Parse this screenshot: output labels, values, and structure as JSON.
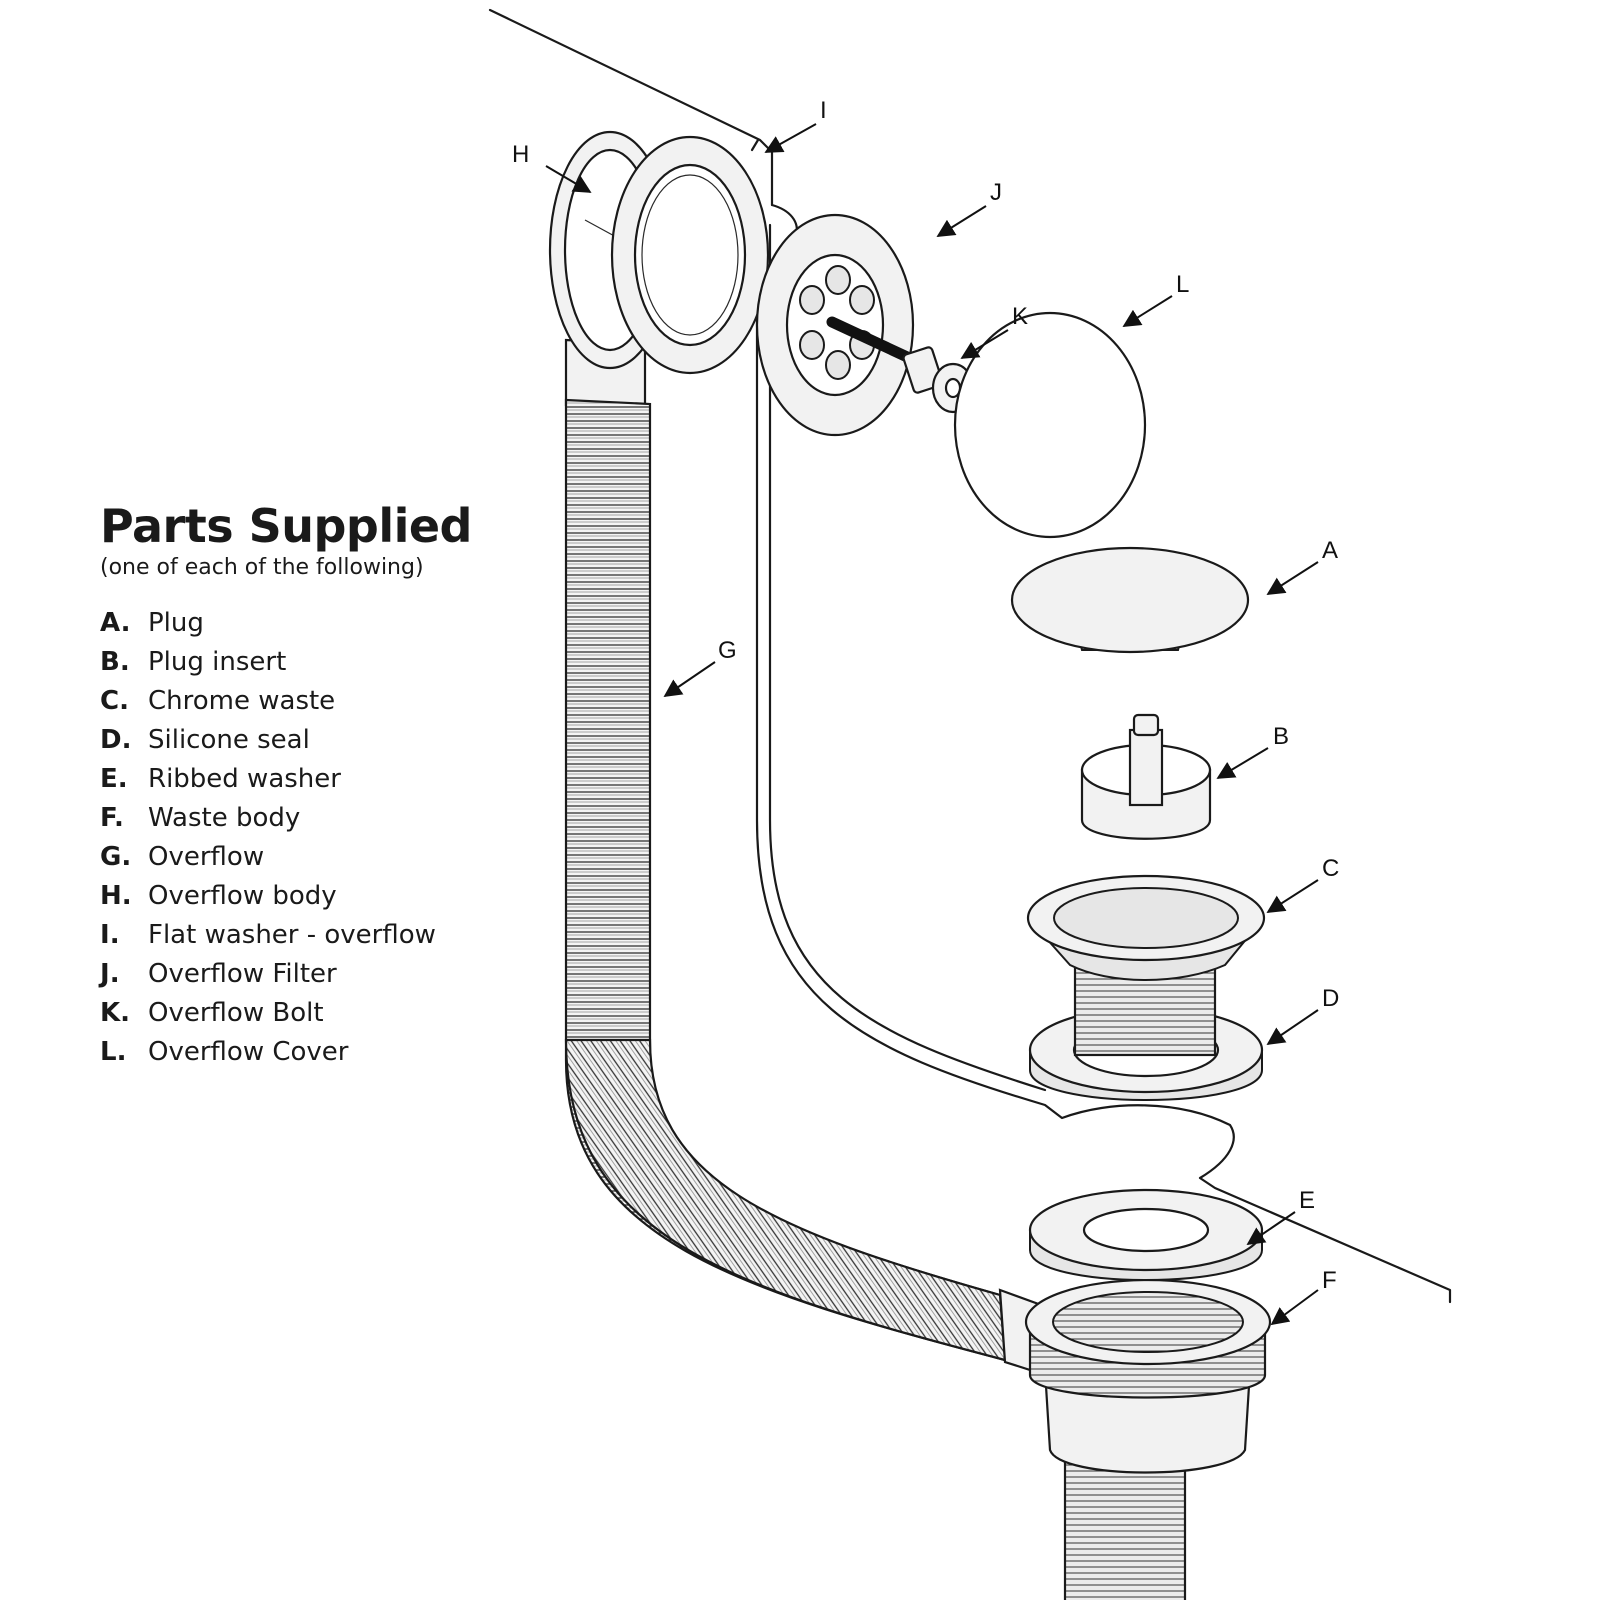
{
  "legend": {
    "title": "Parts Supplied",
    "subtitle": "(one of each of the following)",
    "items": [
      {
        "key": "A",
        "sep": ".",
        "label": "Plug"
      },
      {
        "key": "B",
        "sep": ".",
        "label": "Plug insert"
      },
      {
        "key": "C",
        "sep": ".",
        "label": "Chrome waste"
      },
      {
        "key": "D",
        "sep": ".",
        "label": "Silicone seal"
      },
      {
        "key": "E",
        "sep": ".",
        "label": "Ribbed washer"
      },
      {
        "key": "F",
        "sep": ".",
        "label": "Waste body"
      },
      {
        "key": "G",
        "sep": ".",
        "label": "Overflow"
      },
      {
        "key": "H",
        "sep": ".",
        "label": "Overflow body"
      },
      {
        "key": "I",
        "sep": ".",
        "label": "Flat washer - overflow"
      },
      {
        "key": "J",
        "sep": ".",
        "label": "Overflow Filter"
      },
      {
        "key": "K",
        "sep": ".",
        "label": "Overflow Bolt"
      },
      {
        "key": "L",
        "sep": ".",
        "label": "Overflow Cover"
      }
    ]
  },
  "callouts": {
    "A": "A",
    "B": "B",
    "C": "C",
    "D": "D",
    "E": "E",
    "F": "F",
    "G": "G",
    "H": "H",
    "I": "I",
    "J": "J",
    "K": "K",
    "L": "L"
  }
}
